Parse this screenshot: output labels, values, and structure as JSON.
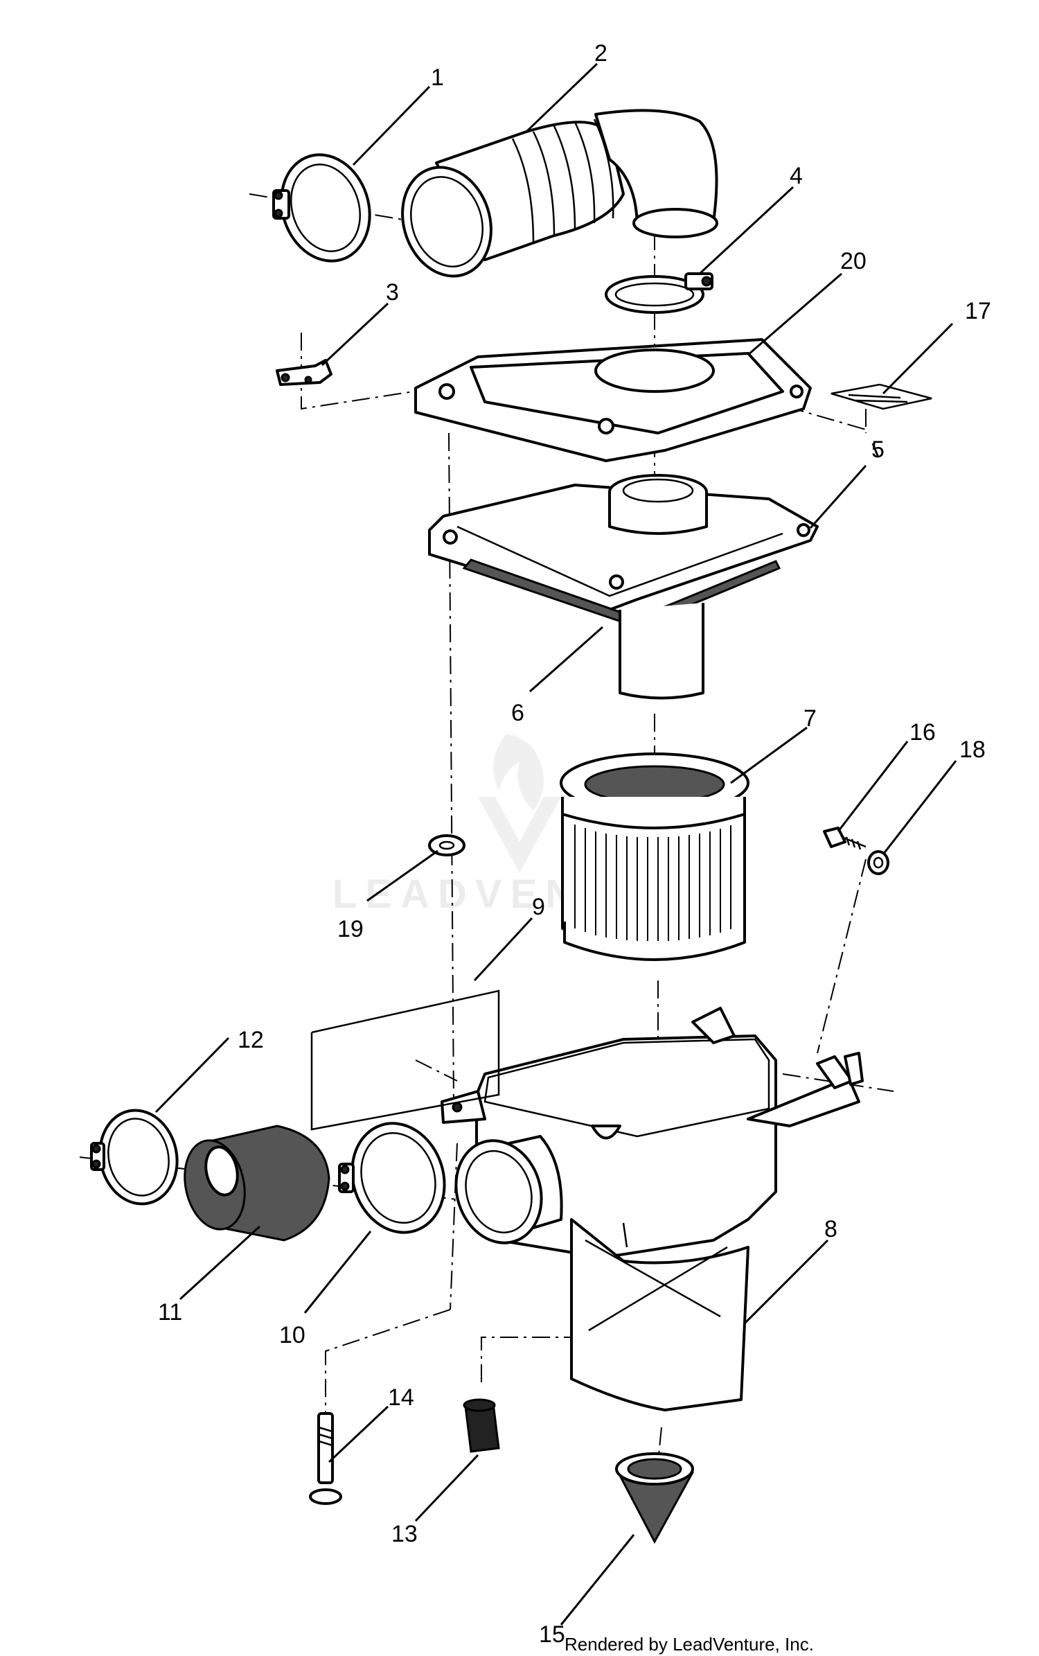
{
  "watermark": {
    "text": "LEADVENTURE"
  },
  "footer": {
    "text": "Rendered by LeadVenture, Inc."
  },
  "callouts": [
    {
      "id": "1",
      "label": "1"
    },
    {
      "id": "2",
      "label": "2"
    },
    {
      "id": "3",
      "label": "3"
    },
    {
      "id": "4",
      "label": "4"
    },
    {
      "id": "5a",
      "label": "5"
    },
    {
      "id": "5b",
      "label": "5"
    },
    {
      "id": "6",
      "label": "6"
    },
    {
      "id": "7",
      "label": "7"
    },
    {
      "id": "8",
      "label": "8"
    },
    {
      "id": "9",
      "label": "9"
    },
    {
      "id": "10",
      "label": "10"
    },
    {
      "id": "11",
      "label": "11"
    },
    {
      "id": "12",
      "label": "12"
    },
    {
      "id": "13",
      "label": "13"
    },
    {
      "id": "14",
      "label": "14"
    },
    {
      "id": "15",
      "label": "15"
    },
    {
      "id": "16",
      "label": "16"
    },
    {
      "id": "17",
      "label": "17"
    },
    {
      "id": "18",
      "label": "18"
    },
    {
      "id": "19",
      "label": "19"
    },
    {
      "id": "20",
      "label": "20"
    }
  ]
}
